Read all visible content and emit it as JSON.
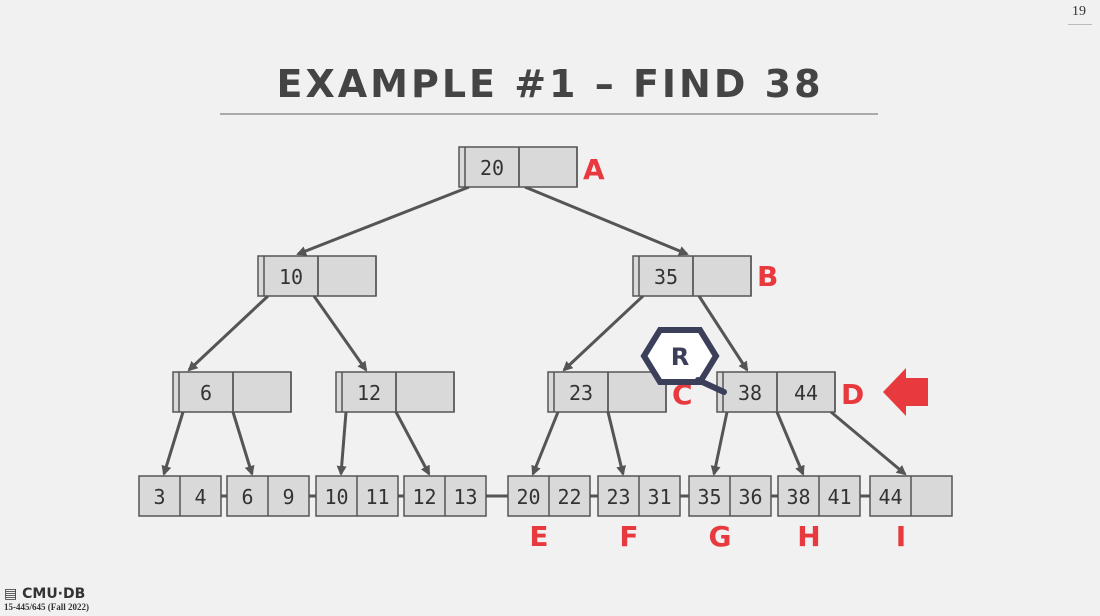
{
  "slide_number": "19",
  "title": "EXAMPLE #1 – FIND 38",
  "footer": {
    "logo": "CMU·DB",
    "course": "15-445/645 (Fall 2022)"
  },
  "colors": {
    "label": "#e8393f",
    "cursor": "#3c3f5a",
    "node_fill": "#d9d9d9",
    "edge": "#555555"
  },
  "cursor": {
    "label": "R"
  },
  "arrow": {
    "icon": "right-arrow-icon",
    "points_to": "D"
  },
  "tree": {
    "root": {
      "keys": [
        "20",
        ""
      ],
      "label": "A"
    },
    "level1": [
      {
        "keys": [
          "10",
          ""
        ],
        "label": ""
      },
      {
        "keys": [
          "35",
          ""
        ],
        "label": "B"
      }
    ],
    "level2": [
      {
        "keys": [
          "6",
          ""
        ],
        "label": ""
      },
      {
        "keys": [
          "12",
          ""
        ],
        "label": ""
      },
      {
        "keys": [
          "23",
          ""
        ],
        "label": "C"
      },
      {
        "keys": [
          "38",
          "44"
        ],
        "label": "D"
      }
    ],
    "leaves": [
      {
        "keys": [
          "3",
          "4"
        ],
        "label": ""
      },
      {
        "keys": [
          "6",
          "9"
        ],
        "label": ""
      },
      {
        "keys": [
          "10",
          "11"
        ],
        "label": ""
      },
      {
        "keys": [
          "12",
          "13"
        ],
        "label": ""
      },
      {
        "keys": [
          "20",
          "22"
        ],
        "label": "E"
      },
      {
        "keys": [
          "23",
          "31"
        ],
        "label": "F"
      },
      {
        "keys": [
          "35",
          "36"
        ],
        "label": "G"
      },
      {
        "keys": [
          "38",
          "41"
        ],
        "label": "H"
      },
      {
        "keys": [
          "44",
          ""
        ],
        "label": "I"
      }
    ]
  }
}
